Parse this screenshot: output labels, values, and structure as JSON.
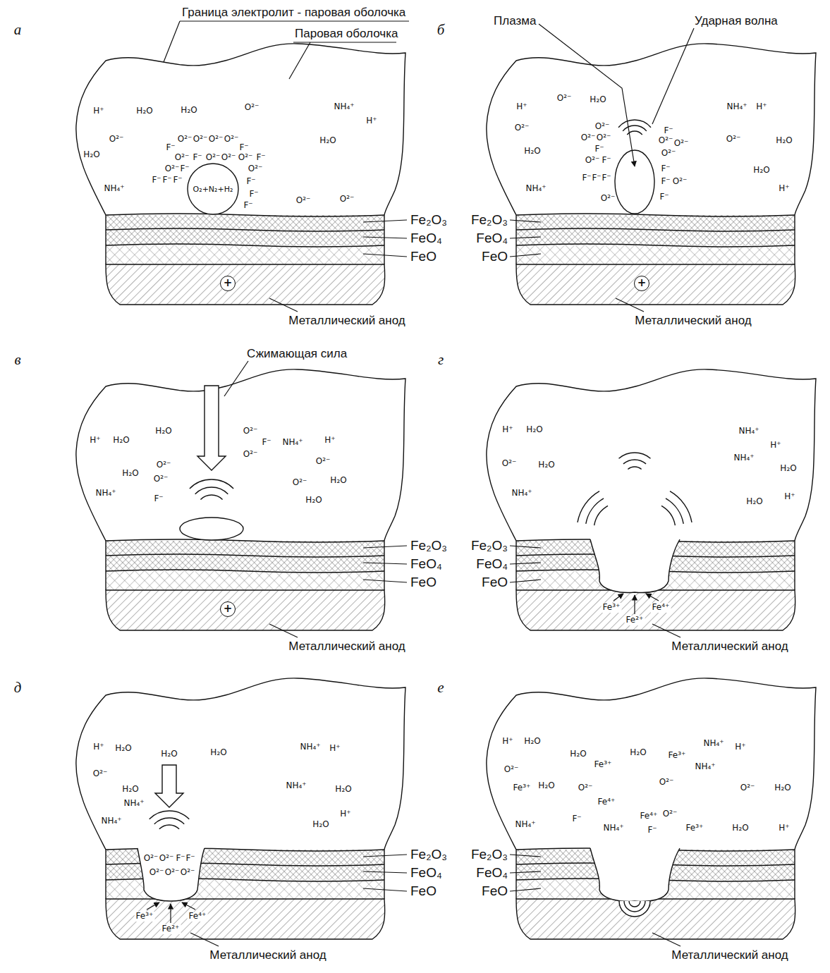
{
  "diagram": {
    "nodes": [
      {
        "text": [
          "O₂+N₂+H₂"
        ]
      }
    ],
    "labels": [
      "Граница электролит - паровая оболочка",
      "Паровая оболочка",
      "Плазма",
      "Ударная волна",
      "Сжимающая сила",
      "а",
      "б",
      "в",
      "г",
      "д",
      "е",
      "Fe₂O₃",
      "FeO₄",
      "FeO",
      "Fe₂O₃",
      "FeO₄",
      "FeO",
      "Fe₂O₃",
      "FeO₄",
      "FeO",
      "Fe₂O₃",
      "FeO₄",
      "FeO",
      "Fe₂O₃",
      "FeO₄",
      "FeO",
      "Fe₂O₃",
      "FeO₄",
      "FeO",
      "Металлический анод",
      "Металлический анод",
      "Металлический анод",
      "Металлический анод",
      "Металлический анод",
      "Металлический анод",
      "+",
      "+",
      "+",
      "H⁺",
      "H₂O",
      "H₂O",
      "O²⁻",
      "NH₄⁺",
      "H⁺",
      "O²⁻",
      "H₂O",
      "H₂O",
      "NH₄⁺",
      "O²⁻",
      "O²⁻",
      "O²⁻",
      "O²⁻",
      "O²⁻",
      "O²⁻",
      "F⁻",
      "F⁻",
      "O²⁻",
      "F⁻",
      "O²⁻",
      "O²⁻",
      "O²⁻",
      "F⁻",
      "O²⁻",
      "F⁻",
      "O²⁻",
      "F⁻",
      "F⁻",
      "F⁻",
      "F⁻",
      "F⁻",
      "F⁻",
      "H⁺",
      "O²⁻",
      "H₂O",
      "NH₄⁺",
      "H⁺",
      "O²⁻",
      "H₂O",
      "NH₄⁺",
      "O²⁻",
      "H₂O",
      "H₂O",
      "H⁺",
      "O²⁻",
      "F⁻",
      "O²⁻",
      "O²⁻",
      "O²⁻",
      "O²⁻",
      "F⁻",
      "O²⁻",
      "F⁻",
      "O²⁻",
      "F⁻",
      "F⁻",
      "F⁻",
      "F⁻",
      "F⁻",
      "O²⁻",
      "O²⁻",
      "F⁻",
      "H⁺",
      "H₂O",
      "H₂O",
      "O²⁻",
      "F⁻",
      "NH₄⁺",
      "H⁺",
      "NH₄⁺",
      "H₂O",
      "O²⁻",
      "O²⁻",
      "O²⁻",
      "O²⁻",
      "O²⁻",
      "H₂O",
      "F⁻",
      "H₂O",
      "H⁺",
      "H₂O",
      "NH₄⁺",
      "H⁺",
      "O²⁻",
      "H₂O",
      "NH₄⁺",
      "H₂O",
      "NH₄⁺",
      "H₂O",
      "H⁺",
      "Fe³⁺",
      "Fe²⁺",
      "Fe⁴⁺",
      "H⁺",
      "H₂O",
      "H₂O",
      "H₂O",
      "NH₄⁺",
      "H⁺",
      "O²⁻",
      "H₂O",
      "NH₄⁺",
      "H₂O",
      "NH₄⁺",
      "NH₄⁺",
      "H₂O",
      "H⁺",
      "O²⁻",
      "O²⁻",
      "F⁻",
      "F⁻",
      "O²⁻",
      "O²⁻",
      "O²⁻",
      "Fe³⁺",
      "Fe²⁺",
      "Fe⁴⁺",
      "H⁺",
      "H₂O",
      "H₂O",
      "Fe³⁺",
      "H₂O",
      "Fe³⁺",
      "NH₄⁺",
      "H⁺",
      "O²⁻",
      "NH₄⁺",
      "Fe³⁺",
      "H₂O",
      "O²⁻",
      "O²⁻",
      "O²⁻",
      "H₂O",
      "Fe⁴⁺",
      "NH₄⁺",
      "F⁻",
      "Fe⁴⁺",
      "O²⁻",
      "NH₄⁺",
      "F⁻",
      "Fe³⁺",
      "H₂O",
      "H⁺"
    ]
  }
}
